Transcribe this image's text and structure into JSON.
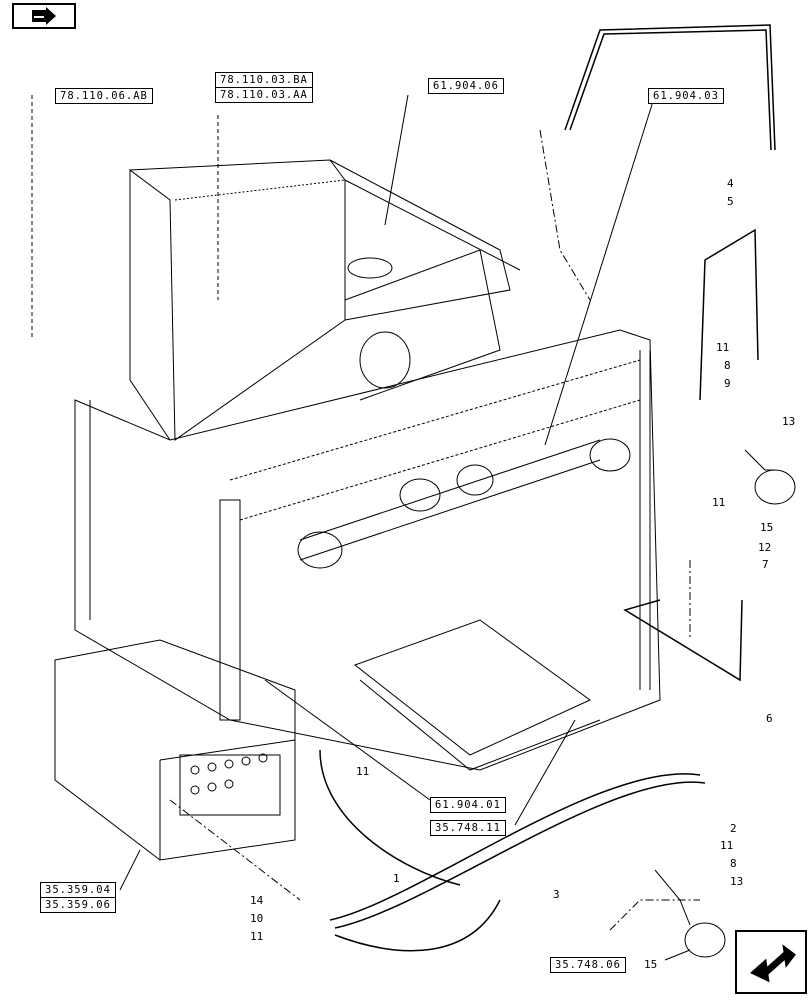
{
  "reference_labels": {
    "top_left": "78.110.06.AB",
    "top_mid_1": "78.110.03.BA",
    "top_mid_2": "78.110.03.AA",
    "top_center": "61.904.06",
    "top_right": "61.904.03",
    "mid_bottom_1": "61.904.01",
    "mid_bottom_2": "35.748.11",
    "bottom_left_1": "35.359.04",
    "bottom_left_2": "35.359.06",
    "bottom_right": "35.748.06"
  },
  "callouts": {
    "c1": "1",
    "c2": "2",
    "c3": "3",
    "c4": "4",
    "c5": "5",
    "c6": "6",
    "c7": "7",
    "c8a": "8",
    "c8b": "8",
    "c9": "9",
    "c10": "10",
    "c11a": "11",
    "c11b": "11",
    "c11c": "11",
    "c11d": "11",
    "c11e": "11",
    "c12": "12",
    "c13a": "13",
    "c13b": "13",
    "c14": "14",
    "c15a": "15",
    "c15b": "15"
  },
  "icons": {
    "top_nav": "book-arrow-icon",
    "bottom_nav": "next-page-arrow-icon"
  }
}
